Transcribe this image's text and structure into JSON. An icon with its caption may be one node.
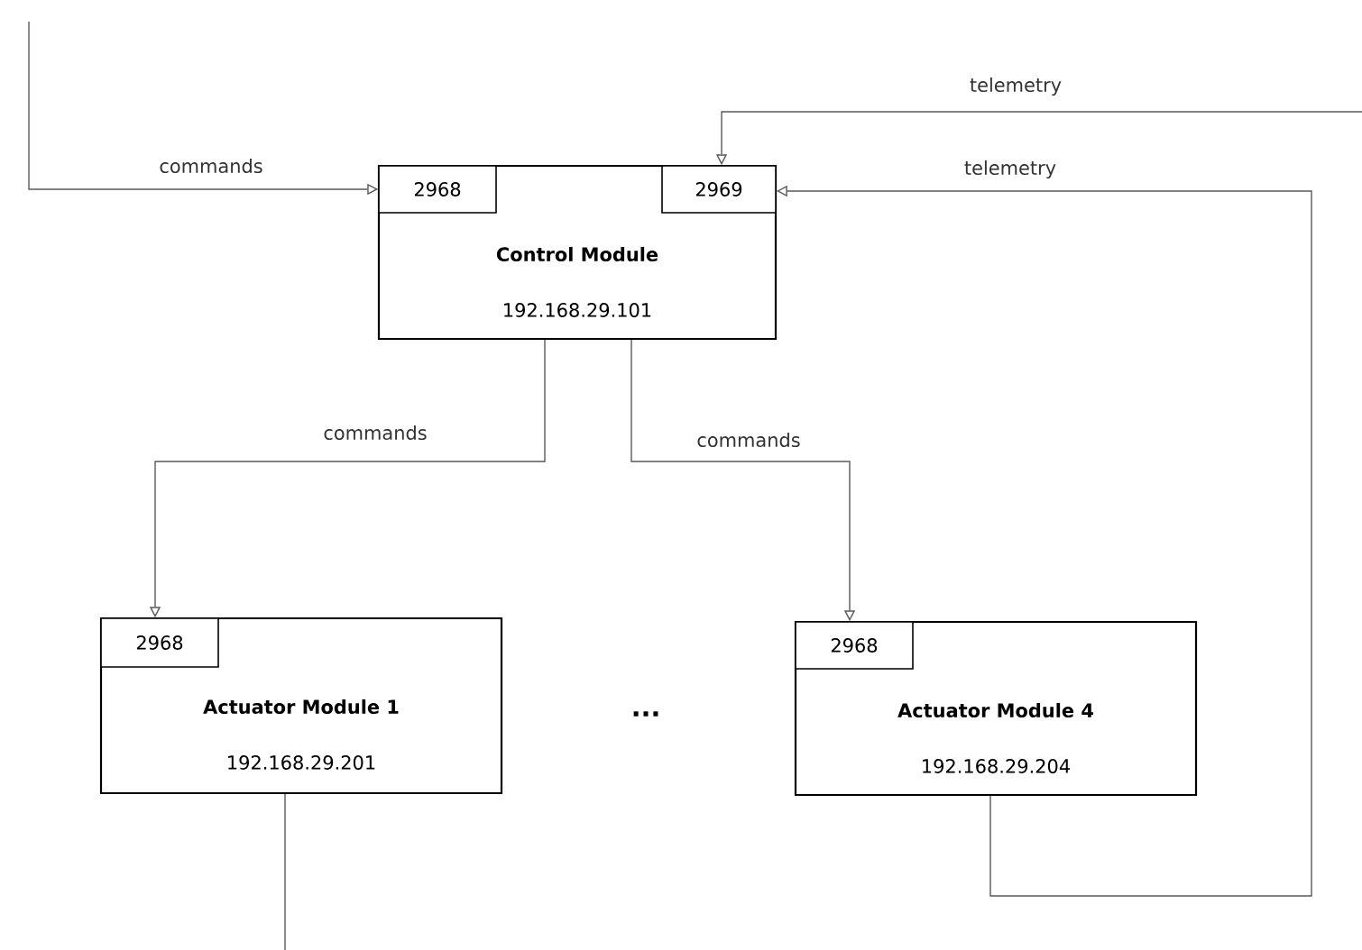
{
  "diagram": {
    "nodes": [
      {
        "text": [
          "Control Module",
          "192.168.29.101"
        ]
      },
      {
        "text": [
          "2968"
        ],
        "in": 0
      },
      {
        "text": [
          "2969"
        ],
        "in": 0
      },
      {
        "text": [
          "Actuator Module 1",
          "192.168.29.201"
        ]
      },
      {
        "text": [
          "2968"
        ],
        "in": 3
      },
      {
        "text": [
          "Actuator Module 4",
          "192.168.29.204"
        ]
      },
      {
        "text": [
          "2968"
        ],
        "in": 5
      }
    ],
    "edges": [
      {
        "from": null,
        "to": 1,
        "arrow": "to",
        "label": "commands"
      },
      {
        "from": null,
        "to": 2,
        "arrow": "to",
        "label": "telemetry"
      },
      {
        "from": 5,
        "to": 2,
        "arrow": "to",
        "label": "telemetry"
      },
      {
        "from": 0,
        "to": 4,
        "arrow": "to",
        "label": "commands"
      },
      {
        "from": 0,
        "to": 6,
        "arrow": "to",
        "label": "commands"
      },
      {
        "from": 3,
        "to": null,
        "arrow": "none"
      }
    ],
    "labels": [
      "..."
    ]
  }
}
